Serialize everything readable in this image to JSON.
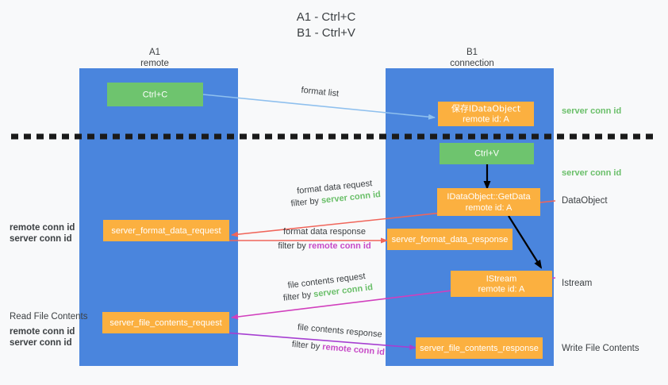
{
  "title": {
    "line1": "A1 - Ctrl+C",
    "line2": "B1 - Ctrl+V"
  },
  "colors": {
    "lane": "#4a85dd",
    "box_orange": "#fbb040",
    "box_green": "#6ec46e",
    "server_conn_id": "#6abf69",
    "remote_conn_id": "#c74ac7",
    "arrow_lightblue": "#8fc0ee",
    "arrow_red": "#f0655a",
    "arrow_magenta": "#d13fbd",
    "arrow_purple": "#a63fd1",
    "arrow_black": "#000000",
    "background": "#f8f9fa"
  },
  "lanes": [
    {
      "id": "a1",
      "title": "A1",
      "subtitle": "remote"
    },
    {
      "id": "b1",
      "title": "B1",
      "subtitle": "connection"
    }
  ],
  "boxes": [
    {
      "id": "ctrl-c",
      "kind": "green",
      "line1": "Ctrl+C",
      "line2": ""
    },
    {
      "id": "save-idataobject",
      "kind": "orange",
      "line1": "保存IDataObject",
      "line2": "remote id: A"
    },
    {
      "id": "ctrl-v",
      "kind": "green",
      "line1": "Ctrl+V",
      "line2": ""
    },
    {
      "id": "getdata",
      "kind": "orange",
      "line1": "IDataObject::GetData",
      "line2": "remote id: A"
    },
    {
      "id": "server-format-data-request",
      "kind": "orange",
      "line1": "server_format_data_request",
      "line2": ""
    },
    {
      "id": "server-format-data-response",
      "kind": "orange",
      "line1": "server_format_data_response",
      "line2": ""
    },
    {
      "id": "istream",
      "kind": "orange",
      "line1": "IStream",
      "line2": "remote id: A"
    },
    {
      "id": "server-file-contents-request",
      "kind": "orange",
      "line1": "server_file_contents_request",
      "line2": ""
    },
    {
      "id": "server-file-contents-response",
      "kind": "orange",
      "line1": "server_file_contents_response",
      "line2": ""
    }
  ],
  "right_labels": [
    {
      "id": "server-conn-id-1",
      "text": "server conn id",
      "style": "green"
    },
    {
      "id": "server-conn-id-2",
      "text": "server conn id",
      "style": "green"
    },
    {
      "id": "dataobject",
      "text": "DataObject",
      "style": "plain"
    },
    {
      "id": "istream-label",
      "text": "Istream",
      "style": "plain"
    },
    {
      "id": "write-file-contents",
      "text": "Write File Contents",
      "style": "plain"
    }
  ],
  "left_labels": [
    {
      "id": "left-remote-conn-id-1",
      "text": "remote conn id",
      "style": "purple"
    },
    {
      "id": "left-server-conn-id-1",
      "text": "server conn id",
      "style": "green"
    },
    {
      "id": "read-file-contents",
      "text": "Read File Contents",
      "style": "plain"
    },
    {
      "id": "left-remote-conn-id-2",
      "text": "remote conn id",
      "style": "purple"
    },
    {
      "id": "left-server-conn-id-2",
      "text": "server conn id",
      "style": "green"
    }
  ],
  "flows": [
    {
      "id": "format-list",
      "label": "format list",
      "filter_prefix": "",
      "filter_value": "",
      "filter_style": ""
    },
    {
      "id": "format-data-request",
      "label": "format data request",
      "filter_prefix": "filter by ",
      "filter_value": "server conn id",
      "filter_style": "green"
    },
    {
      "id": "format-data-response",
      "label": "format data response",
      "filter_prefix": "filter by ",
      "filter_value": "remote conn id",
      "filter_style": "purple"
    },
    {
      "id": "file-contents-request",
      "label": "file contents request",
      "filter_prefix": "filter by ",
      "filter_value": "server conn id",
      "filter_style": "green"
    },
    {
      "id": "file-contents-response",
      "label": "file contents response",
      "filter_prefix": "filter by ",
      "filter_value": "remote conn id",
      "filter_style": "purple"
    }
  ]
}
